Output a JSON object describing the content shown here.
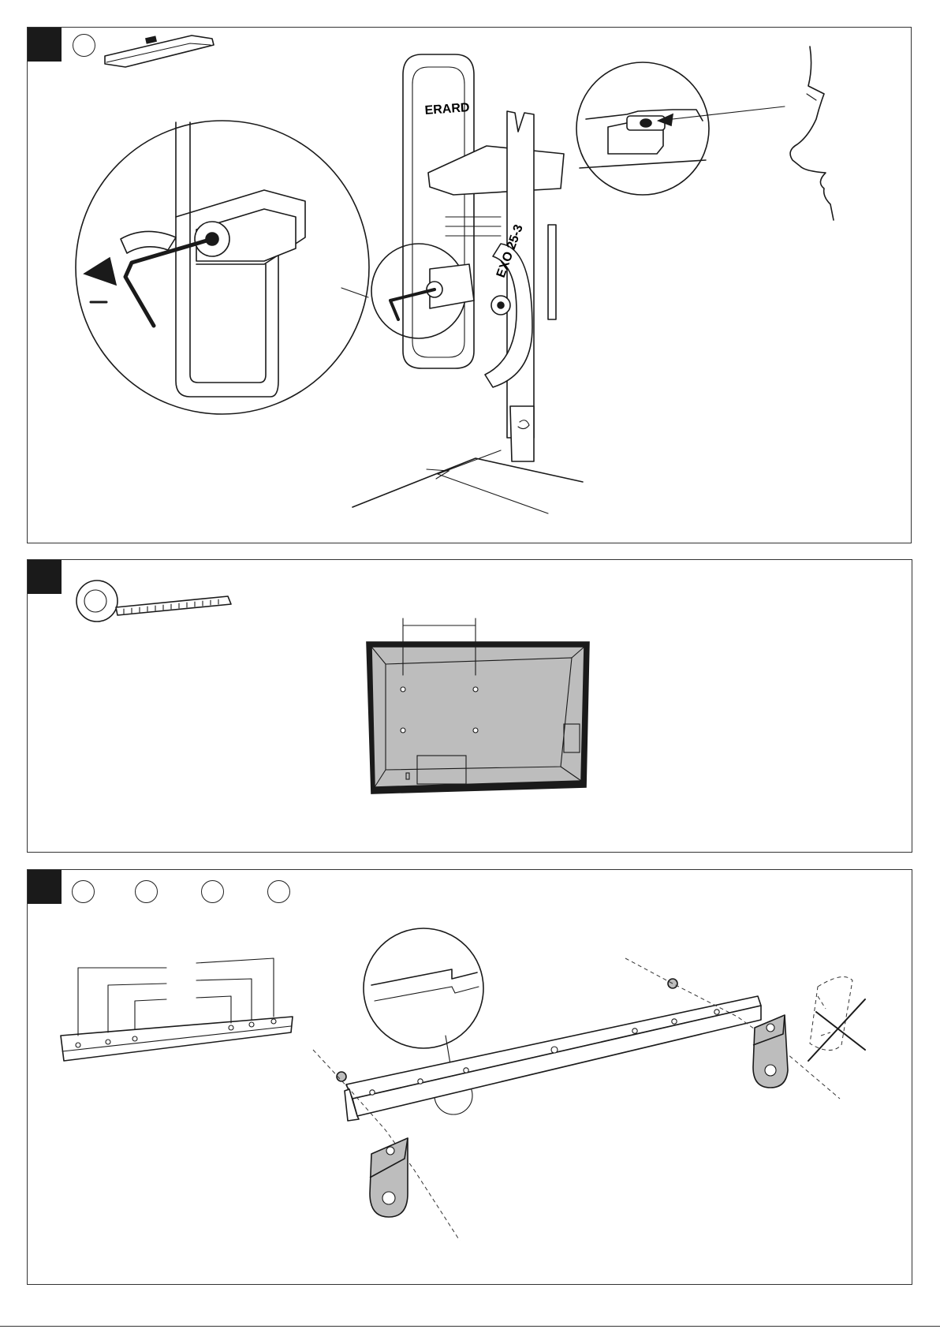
{
  "brand": "ERARD",
  "model_label": "EXO 25-3",
  "adjust_sign": "–",
  "steps": [
    {
      "id": "step-level",
      "parts_circles": 1
    },
    {
      "id": "step-measure",
      "parts_circles": 0
    },
    {
      "id": "step-rail",
      "parts_circles": 4
    }
  ],
  "colors": {
    "ink": "#1a1a1a",
    "panel_fill": "#bdbdbd",
    "background": "#ffffff"
  },
  "icons": [
    "spirit-level-icon",
    "allen-key-icon",
    "rotate-arrow-icon",
    "eye-face-icon",
    "tape-measure-icon",
    "tv-back-icon",
    "rail-icon",
    "bracket-icon",
    "screw-icon",
    "cross-out-icon"
  ]
}
